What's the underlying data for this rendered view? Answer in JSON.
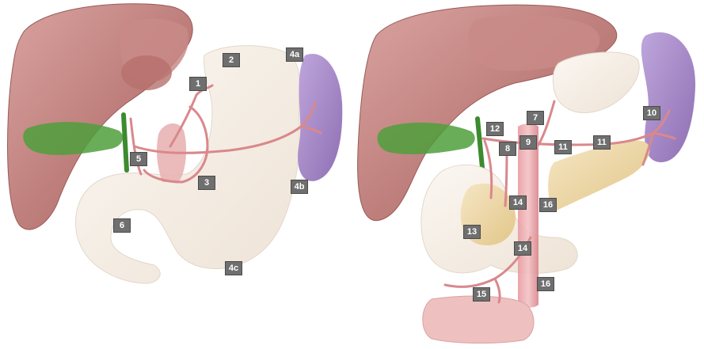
{
  "colors": {
    "liver": "#c98b87",
    "liver_dark": "#a9625f",
    "stomach": "#f6efe7",
    "stomach_edge": "#ddd2c6",
    "spleen": "#a78bc6",
    "gallbladder": "#4f9f3c",
    "artery": "#d9888c",
    "pancreas": "#efd9a9",
    "aorta": "#e6a3a9",
    "label_box": "#6f6f6f",
    "label_text": "#ffffff"
  },
  "labels_left": [
    "1",
    "2",
    "3",
    "4a",
    "4b",
    "4c",
    "5",
    "6"
  ],
  "labels_right": [
    "7",
    "8",
    "9",
    "10",
    "11",
    "11",
    "12",
    "13",
    "14",
    "14",
    "15",
    "16",
    "16"
  ]
}
